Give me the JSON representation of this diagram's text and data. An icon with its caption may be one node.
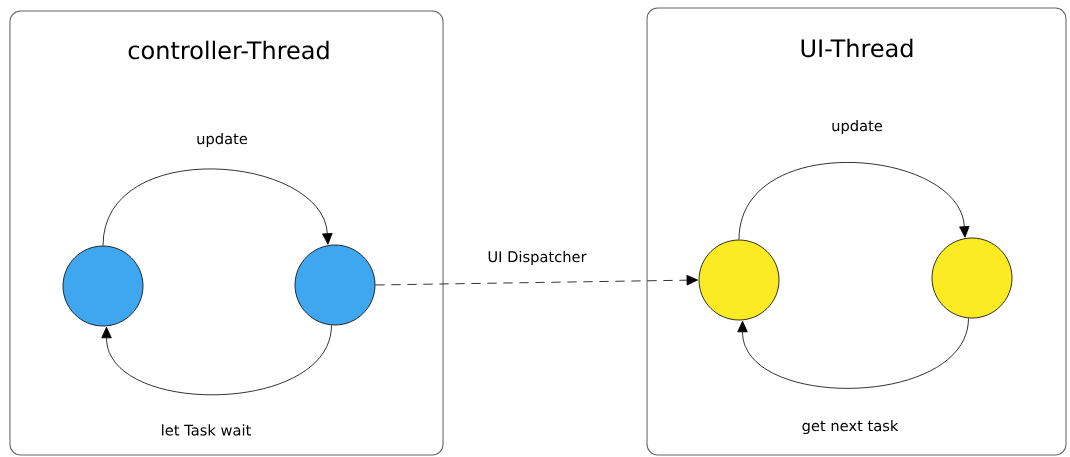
{
  "diagram": {
    "nodes": [
      {
        "text": [
          "controller-Thread"
        ]
      },
      {
        "text": [],
        "shape": "circle",
        "in": 0
      },
      {
        "text": [],
        "shape": "circle",
        "in": 0
      },
      {
        "text": [
          "UI-Thread"
        ]
      },
      {
        "text": [],
        "shape": "circle",
        "in": 3
      },
      {
        "text": [],
        "shape": "circle",
        "in": 3
      }
    ],
    "edges": [
      {
        "from": 1,
        "to": 2,
        "arrow": "to",
        "label": "update"
      },
      {
        "from": 2,
        "to": 1,
        "arrow": "to",
        "label": "let Task wait"
      },
      {
        "from": 2,
        "to": 4,
        "arrow": "to",
        "label": "UI Dispatcher",
        "style": "dashed"
      },
      {
        "from": 4,
        "to": 5,
        "arrow": "to",
        "label": "update"
      },
      {
        "from": 5,
        "to": 4,
        "arrow": "to",
        "label": "get next task"
      }
    ]
  }
}
